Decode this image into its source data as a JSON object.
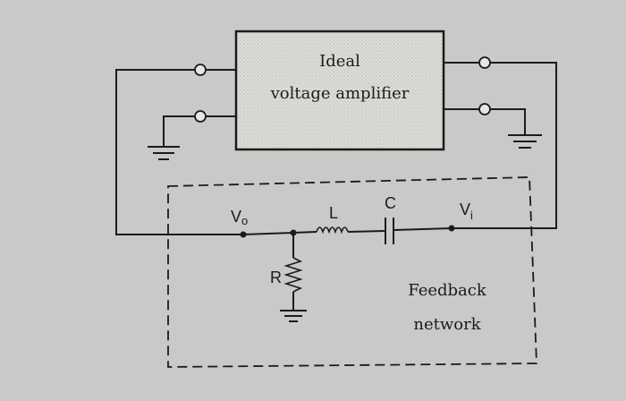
{
  "amplifier": {
    "line1": "Ideal",
    "line2": "voltage amplifier"
  },
  "feedback": {
    "line1": "Feedback",
    "line2": "network"
  },
  "labels": {
    "vo": "V",
    "vo_sub": "o",
    "vi": "V",
    "vi_sub": "i",
    "L": "L",
    "C": "C",
    "R": "R"
  },
  "colors": {
    "paper": "#c9c9c7",
    "ink": "#1b1b1b",
    "box_fill": "#dcdcd8"
  }
}
